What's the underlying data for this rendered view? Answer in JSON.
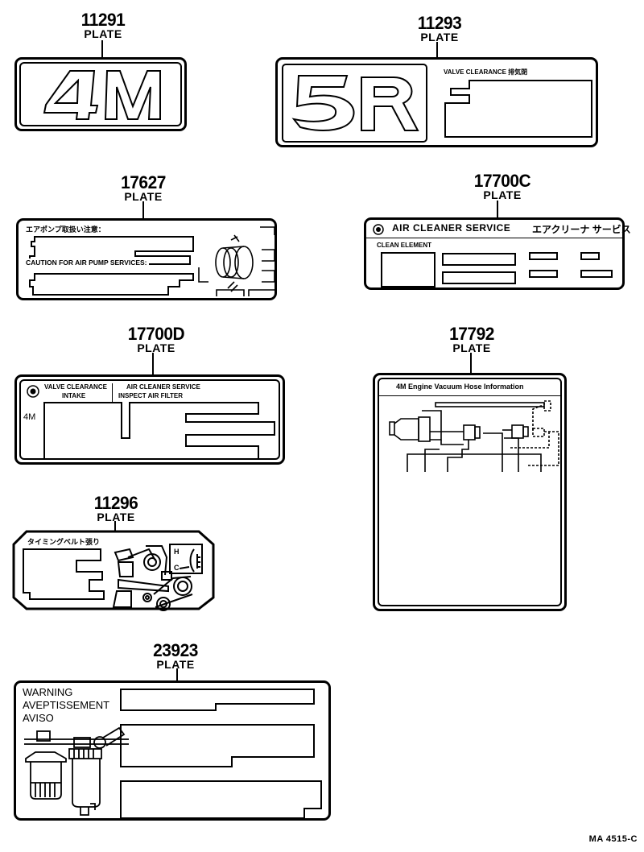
{
  "diagram": {
    "type": "parts-catalog-illustration",
    "reference_code": "MA 4515-C",
    "parts": [
      {
        "part_number": "11291",
        "name": "PLATE",
        "content": {
          "emblem_text": "4M"
        }
      },
      {
        "part_number": "11293",
        "name": "PLATE",
        "content": {
          "emblem_text": "5R",
          "heading": "VALVE CLEARANCE 排気閉"
        }
      },
      {
        "part_number": "17627",
        "name": "PLATE",
        "content": {
          "heading_jp": "エアポンプ取扱い注意：",
          "heading_en": "CAUTION FOR AIR PUMP SERVICES:"
        }
      },
      {
        "part_number": "17700C",
        "name": "PLATE",
        "content": {
          "heading_en": "AIR CLEANER SERVICE",
          "heading_jp": "エアクリーナ サービス",
          "subheading": "CLEAN ELEMENT"
        }
      },
      {
        "part_number": "17700D",
        "name": "PLATE",
        "content": {
          "col1_heading": "VALVE CLEARANCE",
          "col1_sub": "INTAKE",
          "col2_heading": "AIR CLEANER SERVICE",
          "col2_sub": "INSPECT AIR FILTER",
          "engine": "4M"
        }
      },
      {
        "part_number": "17792",
        "name": "PLATE",
        "content": {
          "heading": "4M Engine Vacuum Hose Information"
        }
      },
      {
        "part_number": "11296",
        "name": "PLATE",
        "content": {
          "heading_jp": "タイミングベルト張り",
          "gauge_high": "H",
          "gauge_cold": "C"
        }
      },
      {
        "part_number": "23923",
        "name": "PLATE",
        "content": {
          "line1": "WARNING",
          "line2": "AVEPTISSEMENT",
          "line3": "AVISO"
        }
      }
    ]
  }
}
